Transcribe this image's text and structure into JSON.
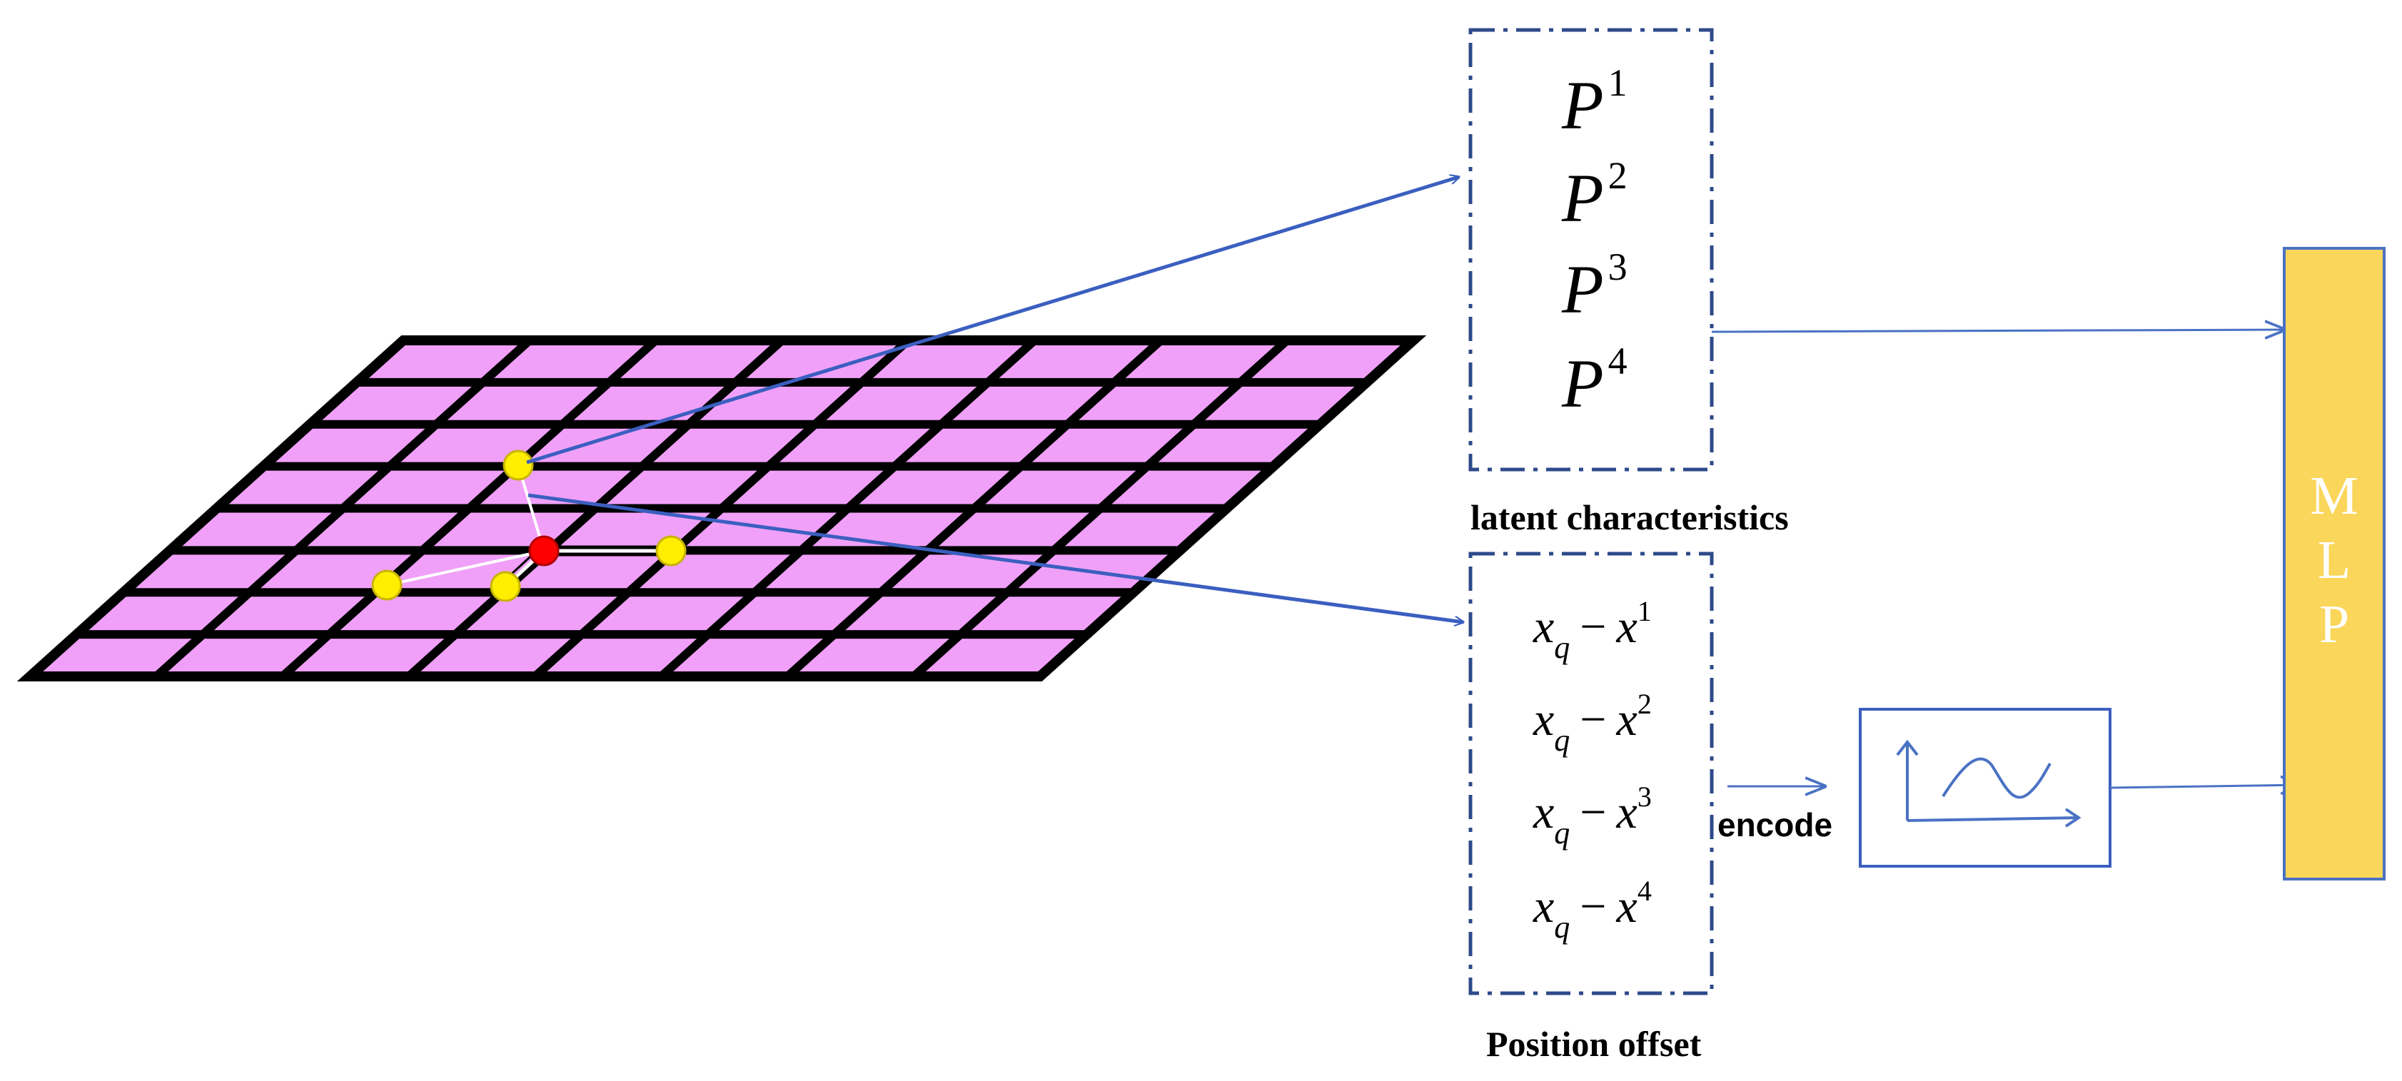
{
  "colors": {
    "grid_fill": "#f0a0f8",
    "grid_line": "#000000",
    "arrow": "#3b5fc0",
    "box_border": "#2e4a8a",
    "mlp_fill": "#fad65a",
    "mlp_border": "#4a72c4",
    "mlp_text": "#ffffff",
    "query_point": "#ff0000",
    "neighbor_point": "#ffee00"
  },
  "latent_box": {
    "items": [
      {
        "base": "P",
        "sup": "1"
      },
      {
        "base": "P",
        "sup": "2"
      },
      {
        "base": "P",
        "sup": "3"
      },
      {
        "base": "P",
        "sup": "4"
      }
    ],
    "caption": "latent characteristics"
  },
  "offset_box": {
    "items": [
      {
        "a": "x",
        "a_sub": "q",
        "op": "−",
        "b": "x",
        "b_sup": "1"
      },
      {
        "a": "x",
        "a_sub": "q",
        "op": "−",
        "b": "x",
        "b_sup": "2"
      },
      {
        "a": "x",
        "a_sub": "q",
        "op": "−",
        "b": "x",
        "b_sup": "3"
      },
      {
        "a": "x",
        "a_sub": "q",
        "op": "−",
        "b": "x",
        "b_sup": "4"
      }
    ],
    "caption": "Position offset"
  },
  "encode_label": "encode",
  "mlp_letters": [
    "M",
    "L",
    "P"
  ],
  "encoder_icon": "sine-wave-plot-icon"
}
